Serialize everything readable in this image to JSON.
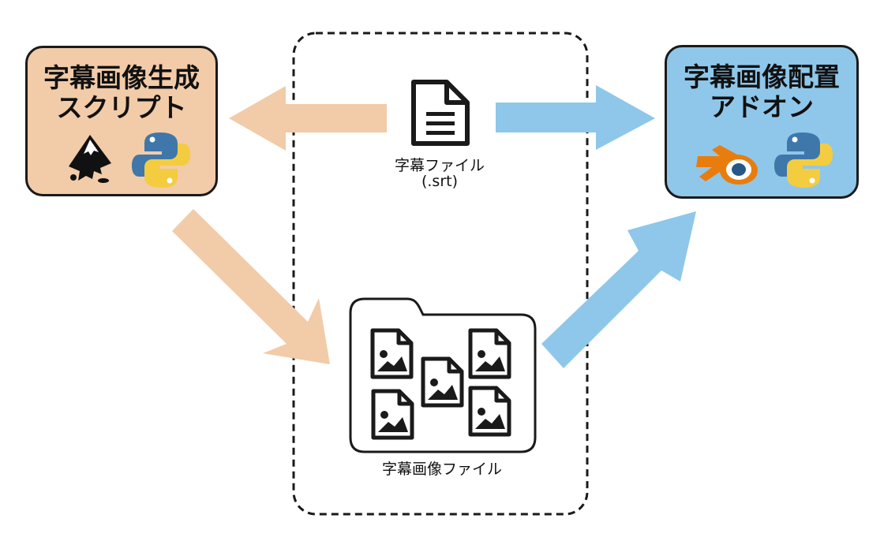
{
  "left_box": {
    "title_line1": "字幕画像生成",
    "title_line2": "スクリプト",
    "bg_color": "#f2cba8",
    "icons": [
      "inkscape-icon",
      "python-icon"
    ]
  },
  "right_box": {
    "title_line1": "字幕画像配置",
    "title_line2": "アドオン",
    "bg_color": "#8ec7ea",
    "icons": [
      "blender-icon",
      "python-icon"
    ]
  },
  "srt_file": {
    "label_line1": "字幕ファイル",
    "label_line2": "(.srt)",
    "icon": "document-icon"
  },
  "image_folder": {
    "label": "字幕画像ファイル",
    "icon": "folder-icon",
    "image_count": 5
  },
  "colors": {
    "orange_arrow": "#f2cba8",
    "blue_arrow": "#8ec7ea",
    "stroke": "#1a1a1a"
  }
}
